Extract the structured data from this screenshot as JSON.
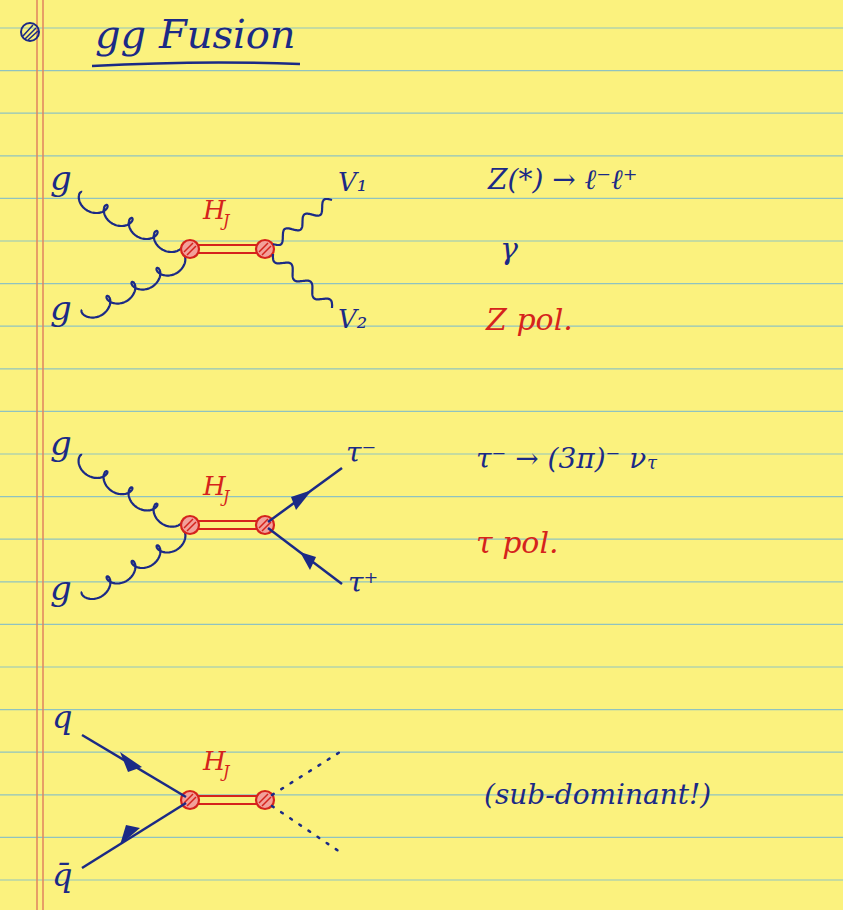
{
  "diagram": {
    "title": "gg Fusion",
    "labels": [
      "g",
      "H",
      "J",
      "V₁",
      "g",
      "V₂",
      "Z(*) → ℓ⁻ℓ⁺",
      "γ",
      "Z pol.",
      "g",
      "H",
      "J",
      "τ⁻",
      "g",
      "τ⁺",
      "τ⁻ → (3π)⁻ ν",
      "τ",
      "τ pol.",
      "q",
      "H",
      "J",
      "(sub-dominant!)",
      "q̄"
    ]
  }
}
